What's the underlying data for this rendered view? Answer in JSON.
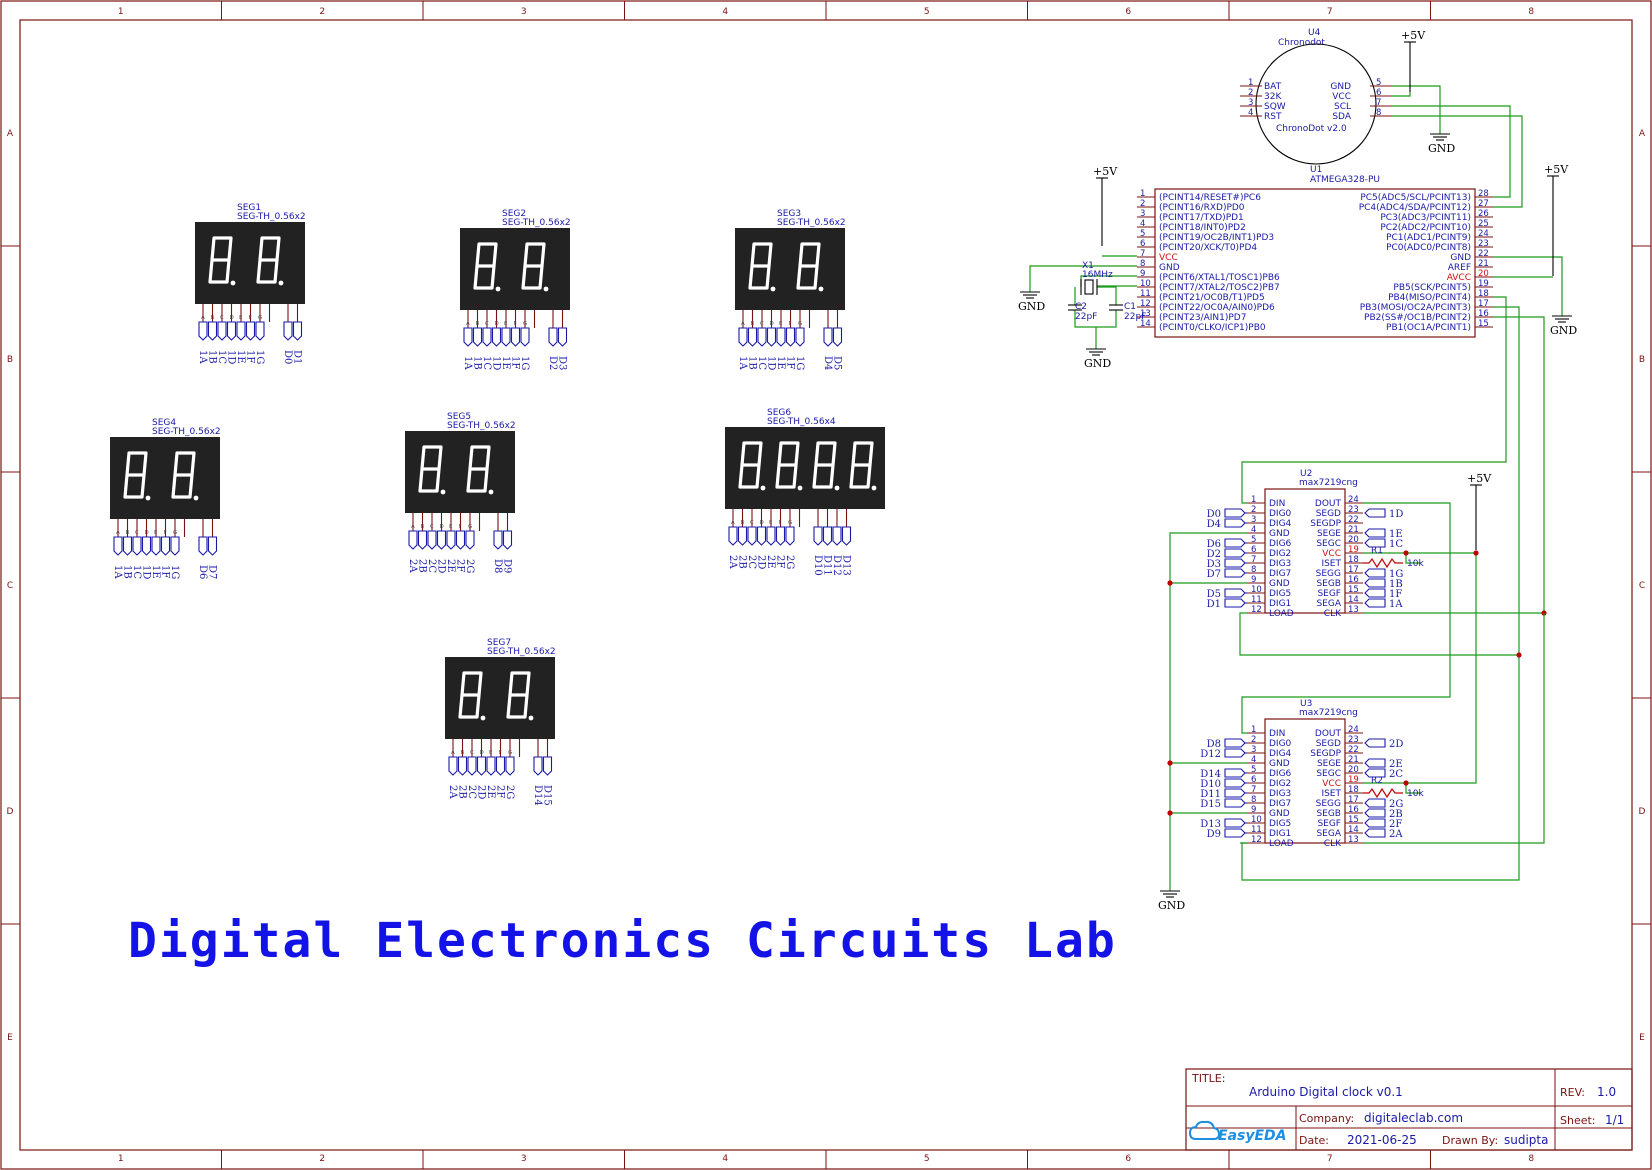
{
  "zones": {
    "cols": [
      "1",
      "2",
      "3",
      "4",
      "5",
      "6",
      "7",
      "8"
    ],
    "rows": [
      "A",
      "B",
      "C",
      "D",
      "E"
    ]
  },
  "title_text": "Digital Electronics Circuits Lab",
  "title_block": {
    "title_label": "TITLE:",
    "title_value": "Arduino Digital clock v0.1",
    "rev_label": "REV:",
    "rev_value": "1.0",
    "company_label": "Company:",
    "company_value": "digitaleclab.com",
    "sheet_label": "Sheet:",
    "sheet_value": "1/1",
    "date_label": "Date:",
    "date_value": "2021-06-25",
    "drawn_label": "Drawn By:",
    "drawn_value": "sudipta",
    "logo_text": "EasyEDA"
  },
  "power": {
    "vcc": "+5V",
    "gnd": "GND"
  },
  "u4": {
    "ref": "U4",
    "name": "Chronodot",
    "body": "ChronoDot v2.0",
    "left_pins": [
      {
        "num": "1",
        "name": "BAT"
      },
      {
        "num": "2",
        "name": "32K"
      },
      {
        "num": "3",
        "name": "SQW"
      },
      {
        "num": "4",
        "name": "RST"
      }
    ],
    "right_pins": [
      {
        "num": "5",
        "name": "GND"
      },
      {
        "num": "6",
        "name": "VCC"
      },
      {
        "num": "7",
        "name": "SCL"
      },
      {
        "num": "8",
        "name": "SDA"
      }
    ]
  },
  "u1": {
    "ref": "U1",
    "name": "ATMEGA328-PU",
    "left_pins": [
      {
        "num": "1",
        "name": "(PCINT14/RESET#)PC6"
      },
      {
        "num": "2",
        "name": "(PCINT16/RXD)PD0"
      },
      {
        "num": "3",
        "name": "(PCINT17/TXD)PD1"
      },
      {
        "num": "4",
        "name": "(PCINT18/INT0)PD2"
      },
      {
        "num": "5",
        "name": "(PCINT19/OC2B/INT1)PD3"
      },
      {
        "num": "6",
        "name": "(PCINT20/XCK/T0)PD4"
      },
      {
        "num": "7",
        "name": "VCC",
        "red": true
      },
      {
        "num": "8",
        "name": "GND"
      },
      {
        "num": "9",
        "name": "(PCINT6/XTAL1/TOSC1)PB6"
      },
      {
        "num": "10",
        "name": "(PCINT7/XTAL2/TOSC2)PB7"
      },
      {
        "num": "11",
        "name": "(PCINT21/OC0B/T1)PD5"
      },
      {
        "num": "12",
        "name": "(PCINT22/OC0A/AIN0)PD6"
      },
      {
        "num": "13",
        "name": "(PCINT23/AIN1)PD7"
      },
      {
        "num": "14",
        "name": "(PCINT0/CLKO/ICP1)PB0"
      }
    ],
    "right_pins": [
      {
        "num": "28",
        "name": "PC5(ADC5/SCL/PCINT13)"
      },
      {
        "num": "27",
        "name": "PC4(ADC4/SDA/PCINT12)"
      },
      {
        "num": "26",
        "name": "PC3(ADC3/PCINT11)"
      },
      {
        "num": "25",
        "name": "PC2(ADC2/PCINT10)"
      },
      {
        "num": "24",
        "name": "PC1(ADC1/PCINT9)"
      },
      {
        "num": "23",
        "name": "PC0(ADC0/PCINT8)"
      },
      {
        "num": "22",
        "name": "GND"
      },
      {
        "num": "21",
        "name": "AREF"
      },
      {
        "num": "20",
        "name": "AVCC",
        "red": true
      },
      {
        "num": "19",
        "name": "PB5(SCK/PCINT5)"
      },
      {
        "num": "18",
        "name": "PB4(MISO/PCINT4)"
      },
      {
        "num": "17",
        "name": "PB3(MOSI/OC2A/PCINT3)"
      },
      {
        "num": "16",
        "name": "PB2(SS#/OC1B/PCINT2)"
      },
      {
        "num": "15",
        "name": "PB1(OC1A/PCINT1)"
      }
    ]
  },
  "crystal": {
    "ref": "X1",
    "value": "16MHz"
  },
  "caps": [
    {
      "ref": "C2",
      "value": "22pF"
    },
    {
      "ref": "C1",
      "value": "22pF"
    }
  ],
  "resistors": [
    {
      "ref": "R1",
      "value": "10k"
    },
    {
      "ref": "R2",
      "value": "10k"
    }
  ],
  "max": [
    {
      "ref": "U2",
      "name": "max7219cng",
      "left_pins": [
        {
          "num": "1",
          "name": "DIN"
        },
        {
          "num": "2",
          "name": "DIG0"
        },
        {
          "num": "3",
          "name": "DIG4"
        },
        {
          "num": "4",
          "name": "GND"
        },
        {
          "num": "5",
          "name": "DIG6"
        },
        {
          "num": "6",
          "name": "DIG2"
        },
        {
          "num": "7",
          "name": "DIG3"
        },
        {
          "num": "8",
          "name": "DIG7"
        },
        {
          "num": "9",
          "name": "GND"
        },
        {
          "num": "10",
          "name": "DIG5"
        },
        {
          "num": "11",
          "name": "DIG1"
        },
        {
          "num": "12",
          "name": "LOAD"
        }
      ],
      "right_pins": [
        {
          "num": "24",
          "name": "DOUT"
        },
        {
          "num": "23",
          "name": "SEGD"
        },
        {
          "num": "22",
          "name": "SEGDP"
        },
        {
          "num": "21",
          "name": "SEGE"
        },
        {
          "num": "20",
          "name": "SEGC"
        },
        {
          "num": "19",
          "name": "VCC",
          "red": true
        },
        {
          "num": "18",
          "name": "ISET"
        },
        {
          "num": "17",
          "name": "SEGG"
        },
        {
          "num": "16",
          "name": "SEGB"
        },
        {
          "num": "15",
          "name": "SEGF"
        },
        {
          "num": "14",
          "name": "SEGA"
        },
        {
          "num": "13",
          "name": "CLK"
        }
      ],
      "left_nets": [
        "",
        "D0",
        "D4",
        "",
        "D6",
        "D2",
        "D3",
        "D7",
        "",
        "D5",
        "D1",
        ""
      ],
      "right_nets": [
        "",
        "1D",
        "",
        "1E",
        "1C",
        "",
        "",
        "1G",
        "1B",
        "1F",
        "1A",
        ""
      ]
    },
    {
      "ref": "U3",
      "name": "max7219cng",
      "left_pins": [
        {
          "num": "1",
          "name": "DIN"
        },
        {
          "num": "2",
          "name": "DIG0"
        },
        {
          "num": "3",
          "name": "DIG4"
        },
        {
          "num": "4",
          "name": "GND"
        },
        {
          "num": "5",
          "name": "DIG6"
        },
        {
          "num": "6",
          "name": "DIG2"
        },
        {
          "num": "7",
          "name": "DIG3"
        },
        {
          "num": "8",
          "name": "DIG7"
        },
        {
          "num": "9",
          "name": "GND"
        },
        {
          "num": "10",
          "name": "DIG5"
        },
        {
          "num": "11",
          "name": "DIG1"
        },
        {
          "num": "12",
          "name": "LOAD"
        }
      ],
      "right_pins": [
        {
          "num": "24",
          "name": "DOUT"
        },
        {
          "num": "23",
          "name": "SEGD"
        },
        {
          "num": "22",
          "name": "SEGDP"
        },
        {
          "num": "21",
          "name": "SEGE"
        },
        {
          "num": "20",
          "name": "SEGC"
        },
        {
          "num": "19",
          "name": "VCC",
          "red": true
        },
        {
          "num": "18",
          "name": "ISET"
        },
        {
          "num": "17",
          "name": "SEGG"
        },
        {
          "num": "16",
          "name": "SEGB"
        },
        {
          "num": "15",
          "name": "SEGF"
        },
        {
          "num": "14",
          "name": "SEGA"
        },
        {
          "num": "13",
          "name": "CLK"
        }
      ],
      "left_nets": [
        "",
        "D8",
        "D12",
        "",
        "D14",
        "D10",
        "D11",
        "D15",
        "",
        "D13",
        "D9",
        ""
      ],
      "right_nets": [
        "",
        "2D",
        "",
        "2E",
        "2C",
        "",
        "",
        "2G",
        "2B",
        "2F",
        "2A",
        ""
      ]
    }
  ],
  "displays": [
    {
      "ref": "SEG1",
      "part": "SEG-TH_0.56x2",
      "digits": 2,
      "seg_nets": [
        "1A",
        "1B",
        "1C",
        "1D",
        "1E",
        "1F",
        "1G"
      ],
      "dig_nets": [
        "D0",
        "D1"
      ]
    },
    {
      "ref": "SEG2",
      "part": "SEG-TH_0.56x2",
      "digits": 2,
      "seg_nets": [
        "1A",
        "1B",
        "1C",
        "1D",
        "1E",
        "1F",
        "1G"
      ],
      "dig_nets": [
        "D2",
        "D3"
      ]
    },
    {
      "ref": "SEG3",
      "part": "SEG-TH_0.56x2",
      "digits": 2,
      "seg_nets": [
        "1A",
        "1B",
        "1C",
        "1D",
        "1E",
        "1F",
        "1G"
      ],
      "dig_nets": [
        "D4",
        "D5"
      ]
    },
    {
      "ref": "SEG4",
      "part": "SEG-TH_0.56x2",
      "digits": 2,
      "seg_nets": [
        "1A",
        "1B",
        "1C",
        "1D",
        "1E",
        "1F",
        "1G"
      ],
      "dig_nets": [
        "D6",
        "D7"
      ]
    },
    {
      "ref": "SEG5",
      "part": "SEG-TH_0.56x2",
      "digits": 2,
      "seg_nets": [
        "2A",
        "2B",
        "2C",
        "2D",
        "2E",
        "2F",
        "2G"
      ],
      "dig_nets": [
        "D8",
        "D9"
      ]
    },
    {
      "ref": "SEG6",
      "part": "SEG-TH_0.56x4",
      "digits": 4,
      "seg_nets": [
        "2A",
        "2B",
        "2C",
        "2D",
        "2E",
        "2F",
        "2G"
      ],
      "dig_nets": [
        "D10",
        "D11",
        "D12",
        "D13"
      ]
    },
    {
      "ref": "SEG7",
      "part": "SEG-TH_0.56x2",
      "digits": 2,
      "seg_nets": [
        "2A",
        "2B",
        "2C",
        "2D",
        "2E",
        "2F",
        "2G"
      ],
      "dig_nets": [
        "D14",
        "D15"
      ]
    }
  ],
  "pin_letters": [
    "A",
    "B",
    "C",
    "D",
    "E",
    "F",
    "G"
  ]
}
